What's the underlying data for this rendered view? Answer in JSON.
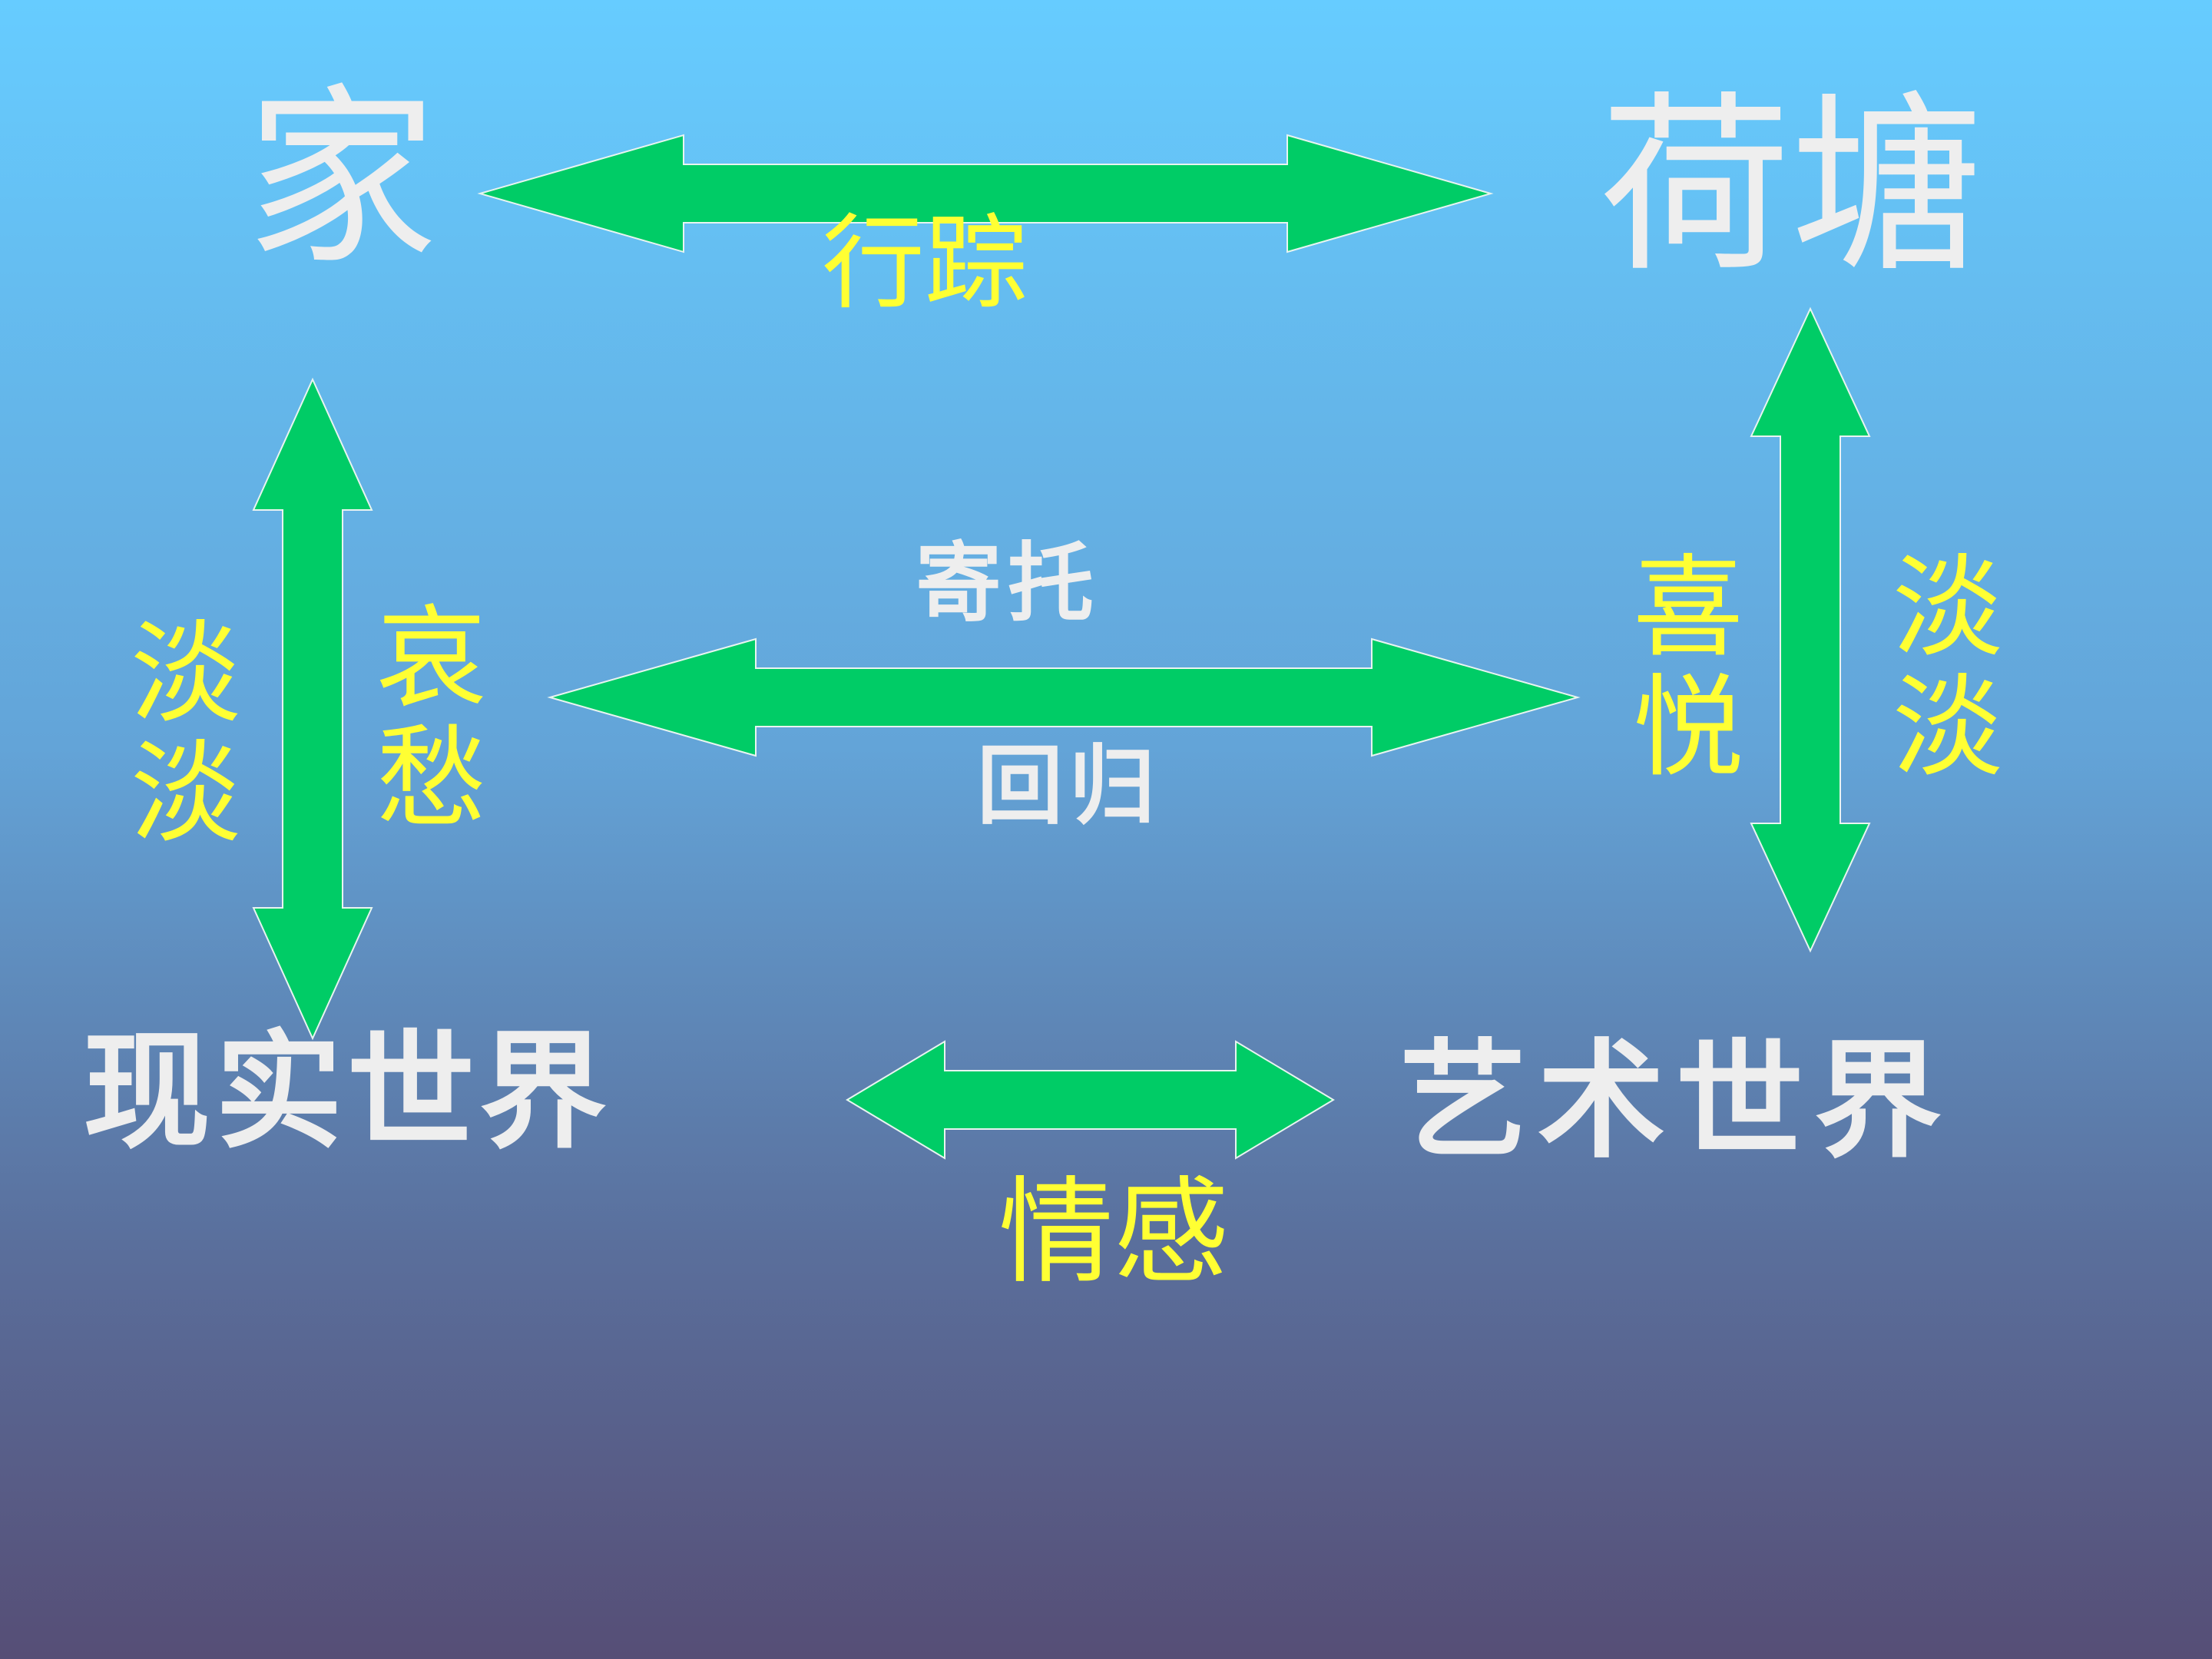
{
  "nodes": {
    "home": "家",
    "lotus_pond": "荷塘",
    "real_world": "现实世界",
    "art_world": "艺术世界"
  },
  "labels": {
    "trace": "行踪",
    "entrust": "寄托",
    "return": "回归",
    "emotion": "情感",
    "left_faint": "淡淡",
    "left_sorrow": "哀愁",
    "right_joy": "喜悦",
    "right_faint": "淡淡"
  },
  "colors": {
    "arrow_fill": "#00CC66",
    "arrow_stroke": "#E8F4F0",
    "node_text": "#EEEEEE",
    "label_text": "#FFFF33",
    "background_top": "#66CCFF",
    "background_bottom": "#564E76"
  }
}
